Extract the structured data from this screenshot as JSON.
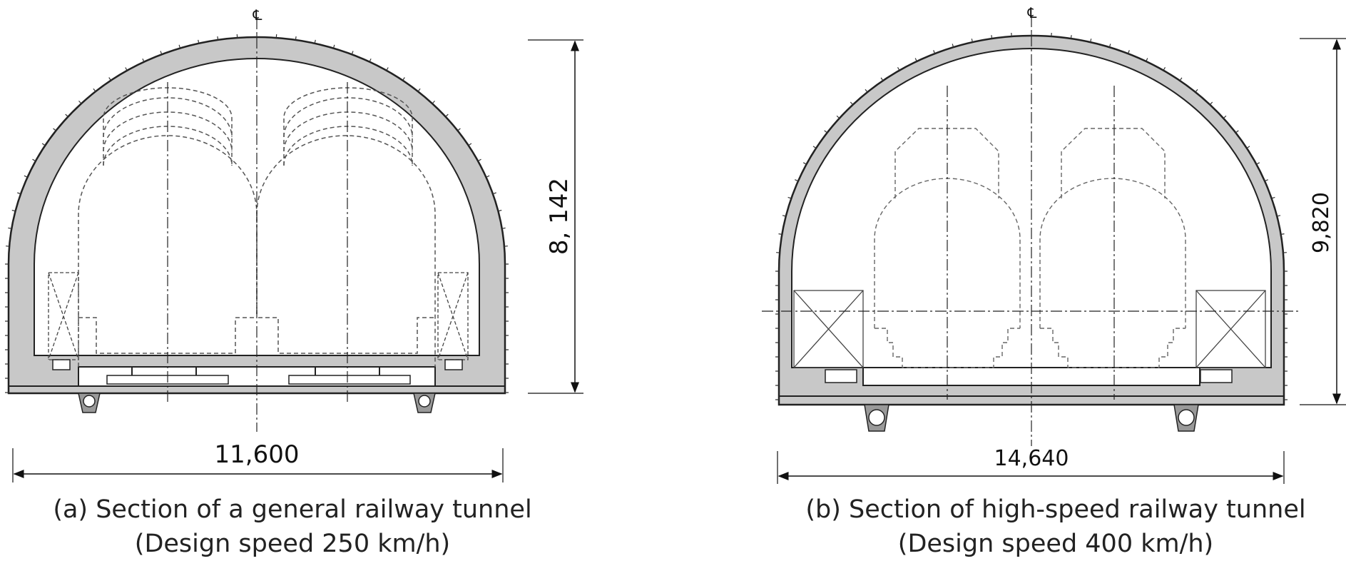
{
  "figure": {
    "panels": [
      {
        "id": "a",
        "width_label": "11,600",
        "height_label": "8, 142",
        "centerline_symbol": "℄",
        "caption_line1": "(a) Section of a general railway tunnel",
        "caption_line2": "(Design speed 250 km/h)"
      },
      {
        "id": "b",
        "width_label": "14,640",
        "height_label": "9,820",
        "centerline_symbol": "℄",
        "caption_line1": "(b) Section of high-speed railway tunnel",
        "caption_line2": "(Design speed 400 km/h)"
      }
    ]
  },
  "colors": {
    "lining": "#c8c8c8",
    "line": "#222222",
    "dashed": "#555555"
  }
}
